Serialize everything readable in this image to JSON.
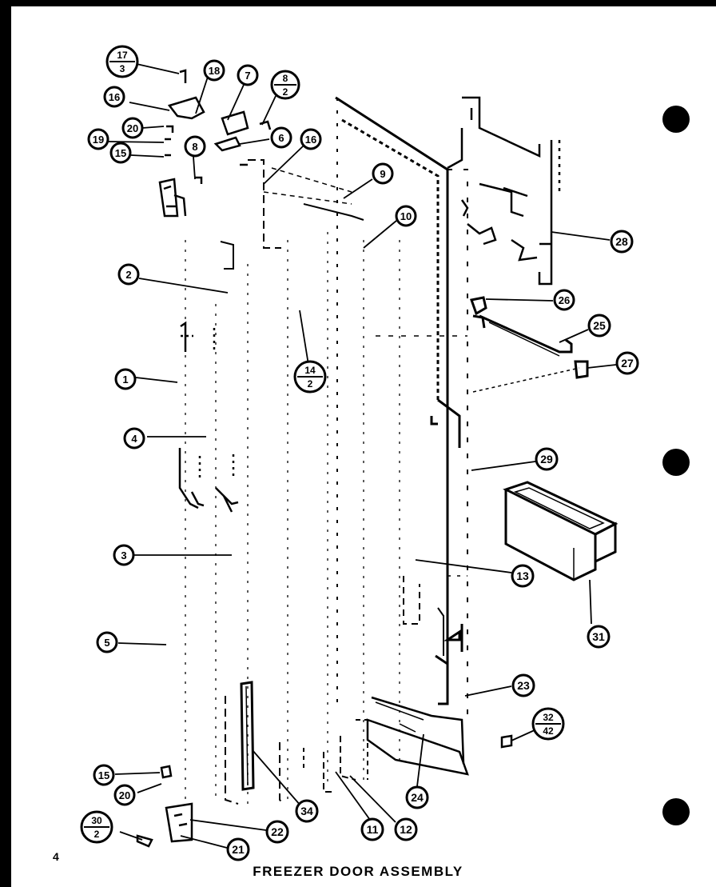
{
  "page_number": "4",
  "title": "FREEZER DOOR ASSEMBLY",
  "callouts": [
    {
      "id": "c-17-3",
      "top": "17",
      "bottom": "3"
    },
    {
      "id": "c-18a",
      "label": "18"
    },
    {
      "id": "c-7",
      "label": "7"
    },
    {
      "id": "c-8-2",
      "top": "8",
      "bottom": "2"
    },
    {
      "id": "c-16a",
      "label": "16"
    },
    {
      "id": "c-20a",
      "label": "20"
    },
    {
      "id": "c-19",
      "label": "19"
    },
    {
      "id": "c-15a",
      "label": "15"
    },
    {
      "id": "c-8",
      "label": "8"
    },
    {
      "id": "c-6",
      "label": "6"
    },
    {
      "id": "c-16b",
      "label": "16"
    },
    {
      "id": "c-9",
      "label": "9"
    },
    {
      "id": "c-10",
      "label": "10"
    },
    {
      "id": "c-28a",
      "label": "28"
    },
    {
      "id": "c-2",
      "label": "2"
    },
    {
      "id": "c-26",
      "label": "26"
    },
    {
      "id": "c-25",
      "label": "25"
    },
    {
      "id": "c-14-2",
      "top": "14",
      "bottom": "2"
    },
    {
      "id": "c-27",
      "label": "27"
    },
    {
      "id": "c-1",
      "label": "1"
    },
    {
      "id": "c-4",
      "label": "4"
    },
    {
      "id": "c-29",
      "label": "29"
    },
    {
      "id": "c-3",
      "label": "3"
    },
    {
      "id": "c-13",
      "label": "13"
    },
    {
      "id": "c-31",
      "label": "31"
    },
    {
      "id": "c-5",
      "label": "5"
    },
    {
      "id": "c-23",
      "label": "23"
    },
    {
      "id": "c-32-42",
      "top": "32",
      "bottom": "42"
    },
    {
      "id": "c-15b",
      "label": "15"
    },
    {
      "id": "c-20b",
      "label": "20"
    },
    {
      "id": "c-24",
      "label": "24"
    },
    {
      "id": "c-34",
      "label": "34"
    },
    {
      "id": "c-30-2",
      "top": "30",
      "bottom": "2"
    },
    {
      "id": "c-22",
      "label": "22"
    },
    {
      "id": "c-11",
      "label": "11"
    },
    {
      "id": "c-12",
      "label": "12"
    },
    {
      "id": "c-21",
      "label": "21"
    }
  ]
}
